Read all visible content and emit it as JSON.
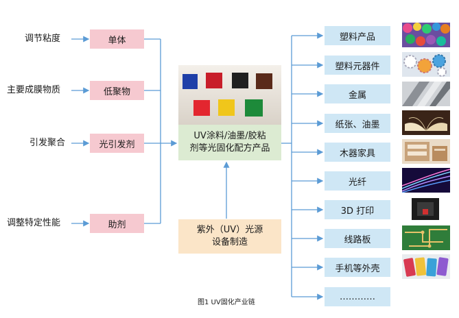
{
  "left_labels": [
    "调节粘度",
    "主要成膜物质",
    "引发聚合",
    "调整特定性能"
  ],
  "components": [
    "单体",
    "低聚物",
    "光引发剂",
    "助剂"
  ],
  "product": {
    "line1": "UV涂料/油墨/胶粘",
    "line2": "剂等光固化配方产品"
  },
  "equipment": {
    "line1": "紫外（UV）光源",
    "line2": "设备制造"
  },
  "applications": [
    "塑料产品",
    "塑料元器件",
    "金属",
    "纸张、油墨",
    "木器家具",
    "光纤",
    "3D 打印",
    "线路板",
    "手机等外壳",
    "…………"
  ],
  "caption": "图1  UV固化产业链",
  "colors": {
    "pink": "#f6c9d0",
    "blue": "#cfe7f5",
    "green": "#dcebd2",
    "peach": "#fbe5c8",
    "arrow": "#5b9bd5"
  }
}
